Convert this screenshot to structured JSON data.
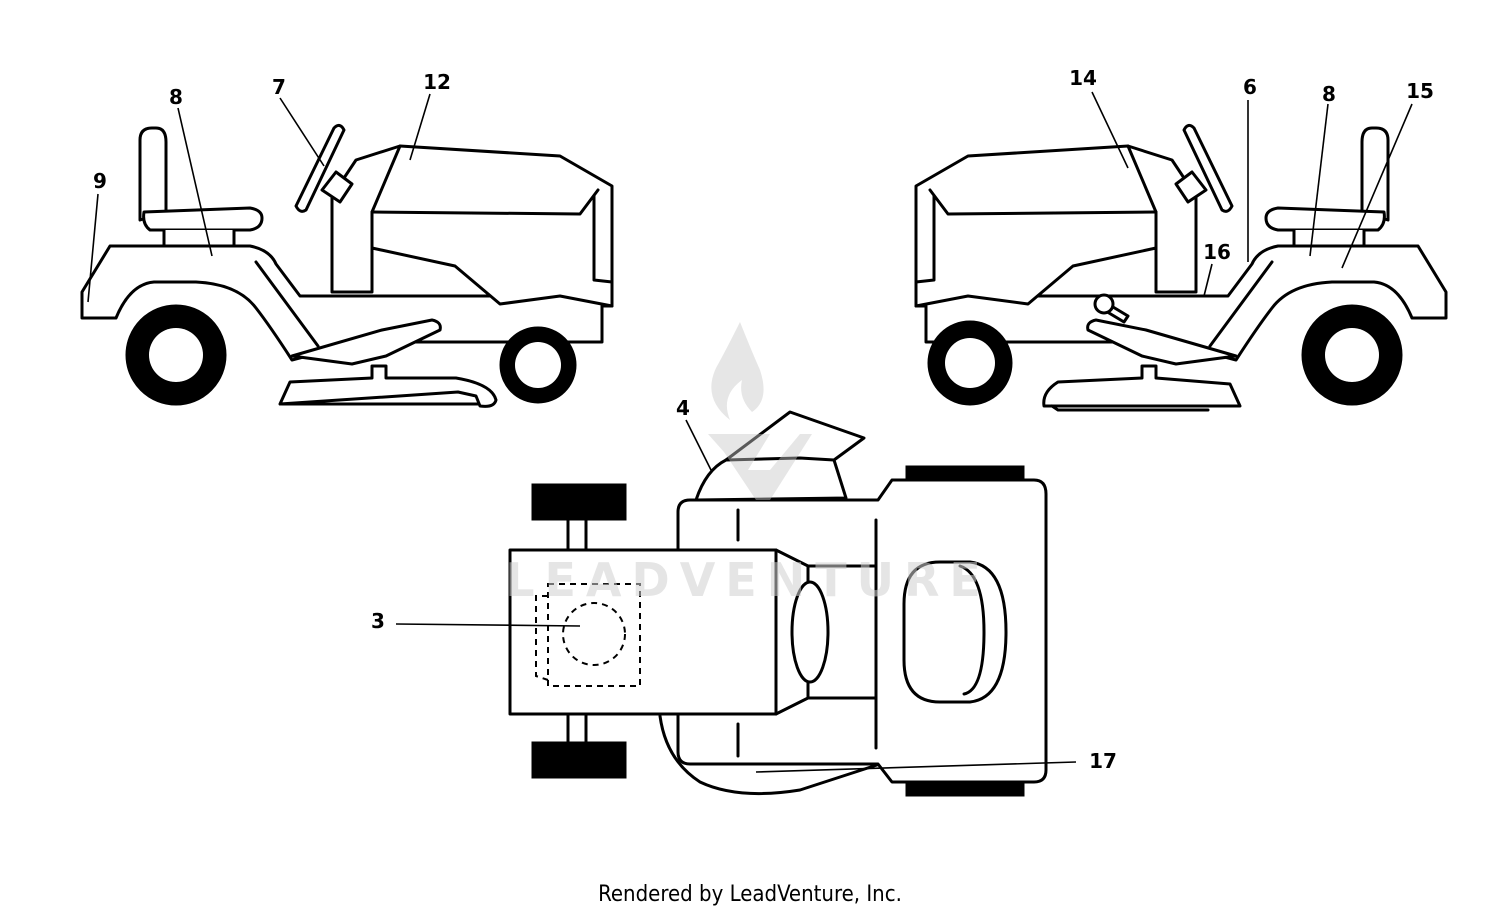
{
  "diagram": {
    "callouts": [
      "3",
      "4",
      "6",
      "7",
      "8",
      "8",
      "9",
      "12",
      "14",
      "15",
      "16",
      "17"
    ]
  },
  "watermark": {
    "text": "LEADVENTURE"
  },
  "footer": {
    "text": "Rendered by LeadVenture, Inc."
  }
}
